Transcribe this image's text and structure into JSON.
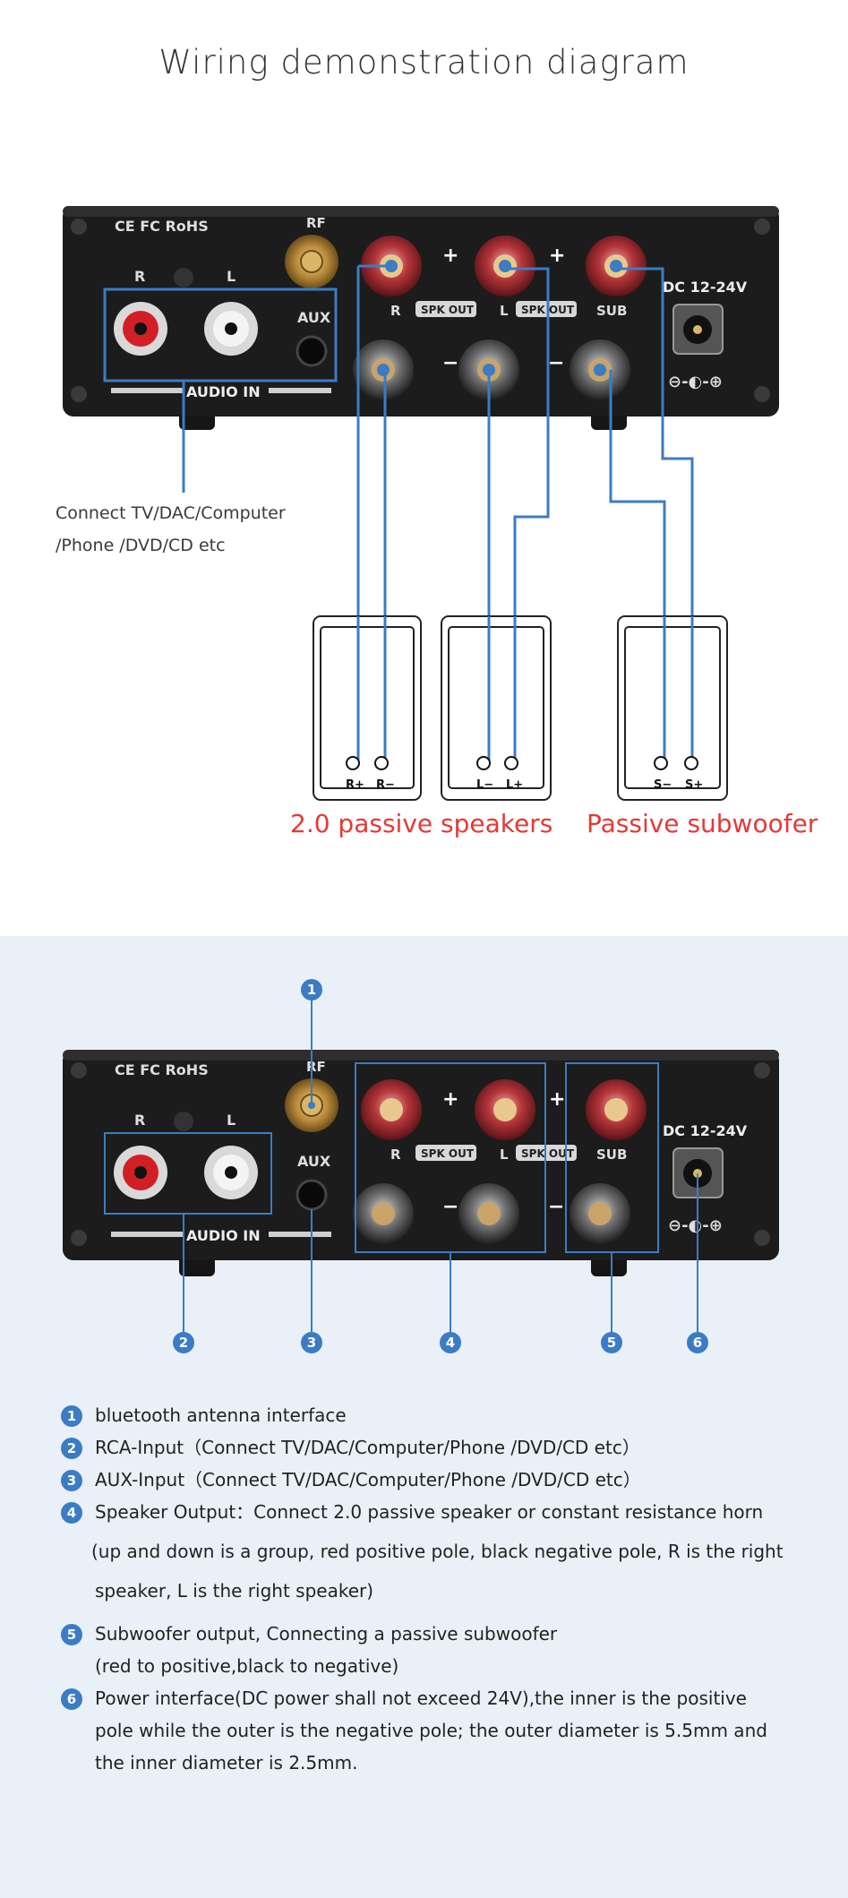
{
  "title": "Wiring demonstration diagram",
  "device": {
    "certs": "CE FC RoHS",
    "rf": "RF",
    "r": "R",
    "l": "L",
    "aux": "AUX",
    "audio_in": "AUDIO IN",
    "plus": "+",
    "minus": "−",
    "spk_out": "SPK OUT",
    "sub": "SUB",
    "dc": "DC 12-24V"
  },
  "connect_note_line1": "Connect TV/DAC/Computer",
  "connect_note_line2": "/Phone /DVD/CD etc",
  "speakers": {
    "left_pair": [
      "R+",
      "R−"
    ],
    "mid_pair": [
      "L−",
      "L+"
    ],
    "sub_pair": [
      "S−",
      "S+"
    ],
    "passive_label": "2.0 passive speakers",
    "sub_label": "Passive subwoofer"
  },
  "callout_numbers": [
    "1",
    "2",
    "3",
    "4",
    "5",
    "6"
  ],
  "legend": [
    {
      "num": "1",
      "text": "bluetooth antenna interface"
    },
    {
      "num": "2",
      "text": "RCA-Input（Connect TV/DAC/Computer/Phone /DVD/CD etc）"
    },
    {
      "num": "3",
      "text": "AUX-Input（Connect TV/DAC/Computer/Phone /DVD/CD etc）"
    },
    {
      "num": "4",
      "text": "Speaker Output：Connect 2.0 passive speaker or constant resistance horn"
    },
    {
      "num": "",
      "text": "(up and down is a group, red positive pole, black negative pole, R is the right"
    },
    {
      "num": "",
      "text": "speaker, L is the right speaker)"
    },
    {
      "num": "5",
      "text": "Subwoofer output, Connecting a passive subwoofer"
    },
    {
      "num": "",
      "text": "(red to positive,black to negative)"
    },
    {
      "num": "6",
      "text": "Power interface(DC power shall not exceed 24V),the inner is the positive"
    },
    {
      "num": "",
      "text": "pole while the outer is the negative pole; the outer diameter is 5.5mm and"
    },
    {
      "num": "",
      "text": "the inner diameter is 2.5mm."
    }
  ],
  "colors": {
    "wire": "#3b7cc4",
    "device": "#1c1c1c",
    "red_label": "#e53935",
    "panel_bg": "#eaf0f8"
  }
}
